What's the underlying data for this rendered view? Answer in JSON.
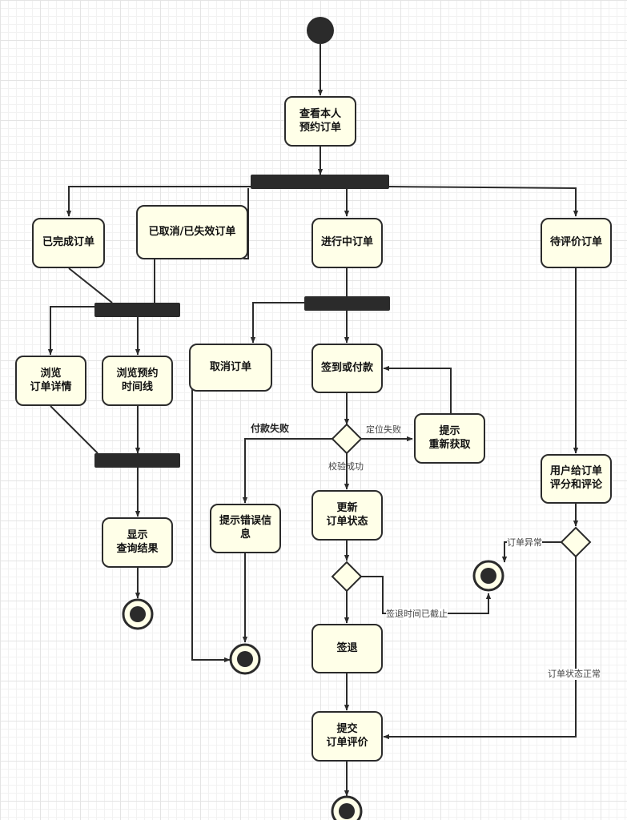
{
  "nodes": {
    "view_orders": "查看本人\n预约订单",
    "completed": "已完成订单",
    "cancelled": "已取消/已失效订单",
    "in_progress": "进行中订单",
    "pending_review": "待评价订单",
    "browse_detail": "浏览\n订单详情",
    "browse_timeline": "浏览预约\n时间线",
    "show_result": "显示\n查询结果",
    "cancel_order": "取消订单",
    "checkin_pay": "签到或付款",
    "prompt_retry": "提示\n重新获取",
    "prompt_error": "提示错误信\n息",
    "update_status": "更新\n订单状态",
    "checkout": "签退",
    "submit_review": "提交\n订单评价",
    "user_rate": "用户给订单\n评分和评论"
  },
  "edge_labels": {
    "pay_fail": "付款失败",
    "locate_fail": "定位失败",
    "verify_ok": "校验成功",
    "checkout_deadline": "签退时间已截止",
    "order_abnormal": "订单异常",
    "order_normal": "订单状态正常"
  },
  "colors": {
    "node_fill": "#ffffe8",
    "line": "#2b2b2b",
    "bar": "#2b2b2b"
  }
}
